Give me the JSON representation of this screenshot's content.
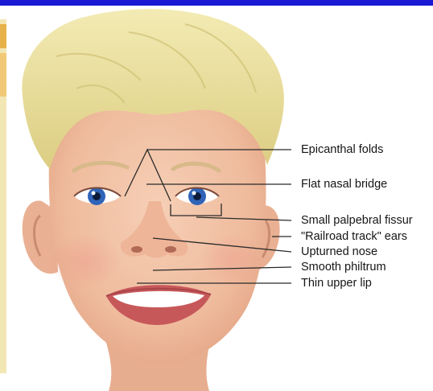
{
  "colors": {
    "top_bar": "#1a1ad6",
    "hair": "#ece0a0",
    "skin": "#f2c2a6",
    "iris": "#2f64b8",
    "leader_line": "#2a2a2a"
  },
  "labels": [
    "Epicanthal folds",
    "Flat nasal bridge",
    "Small palpebral fissur",
    "\"Railroad track\" ears",
    "Upturned nose",
    "Smooth philtrum",
    "Thin upper lip"
  ]
}
